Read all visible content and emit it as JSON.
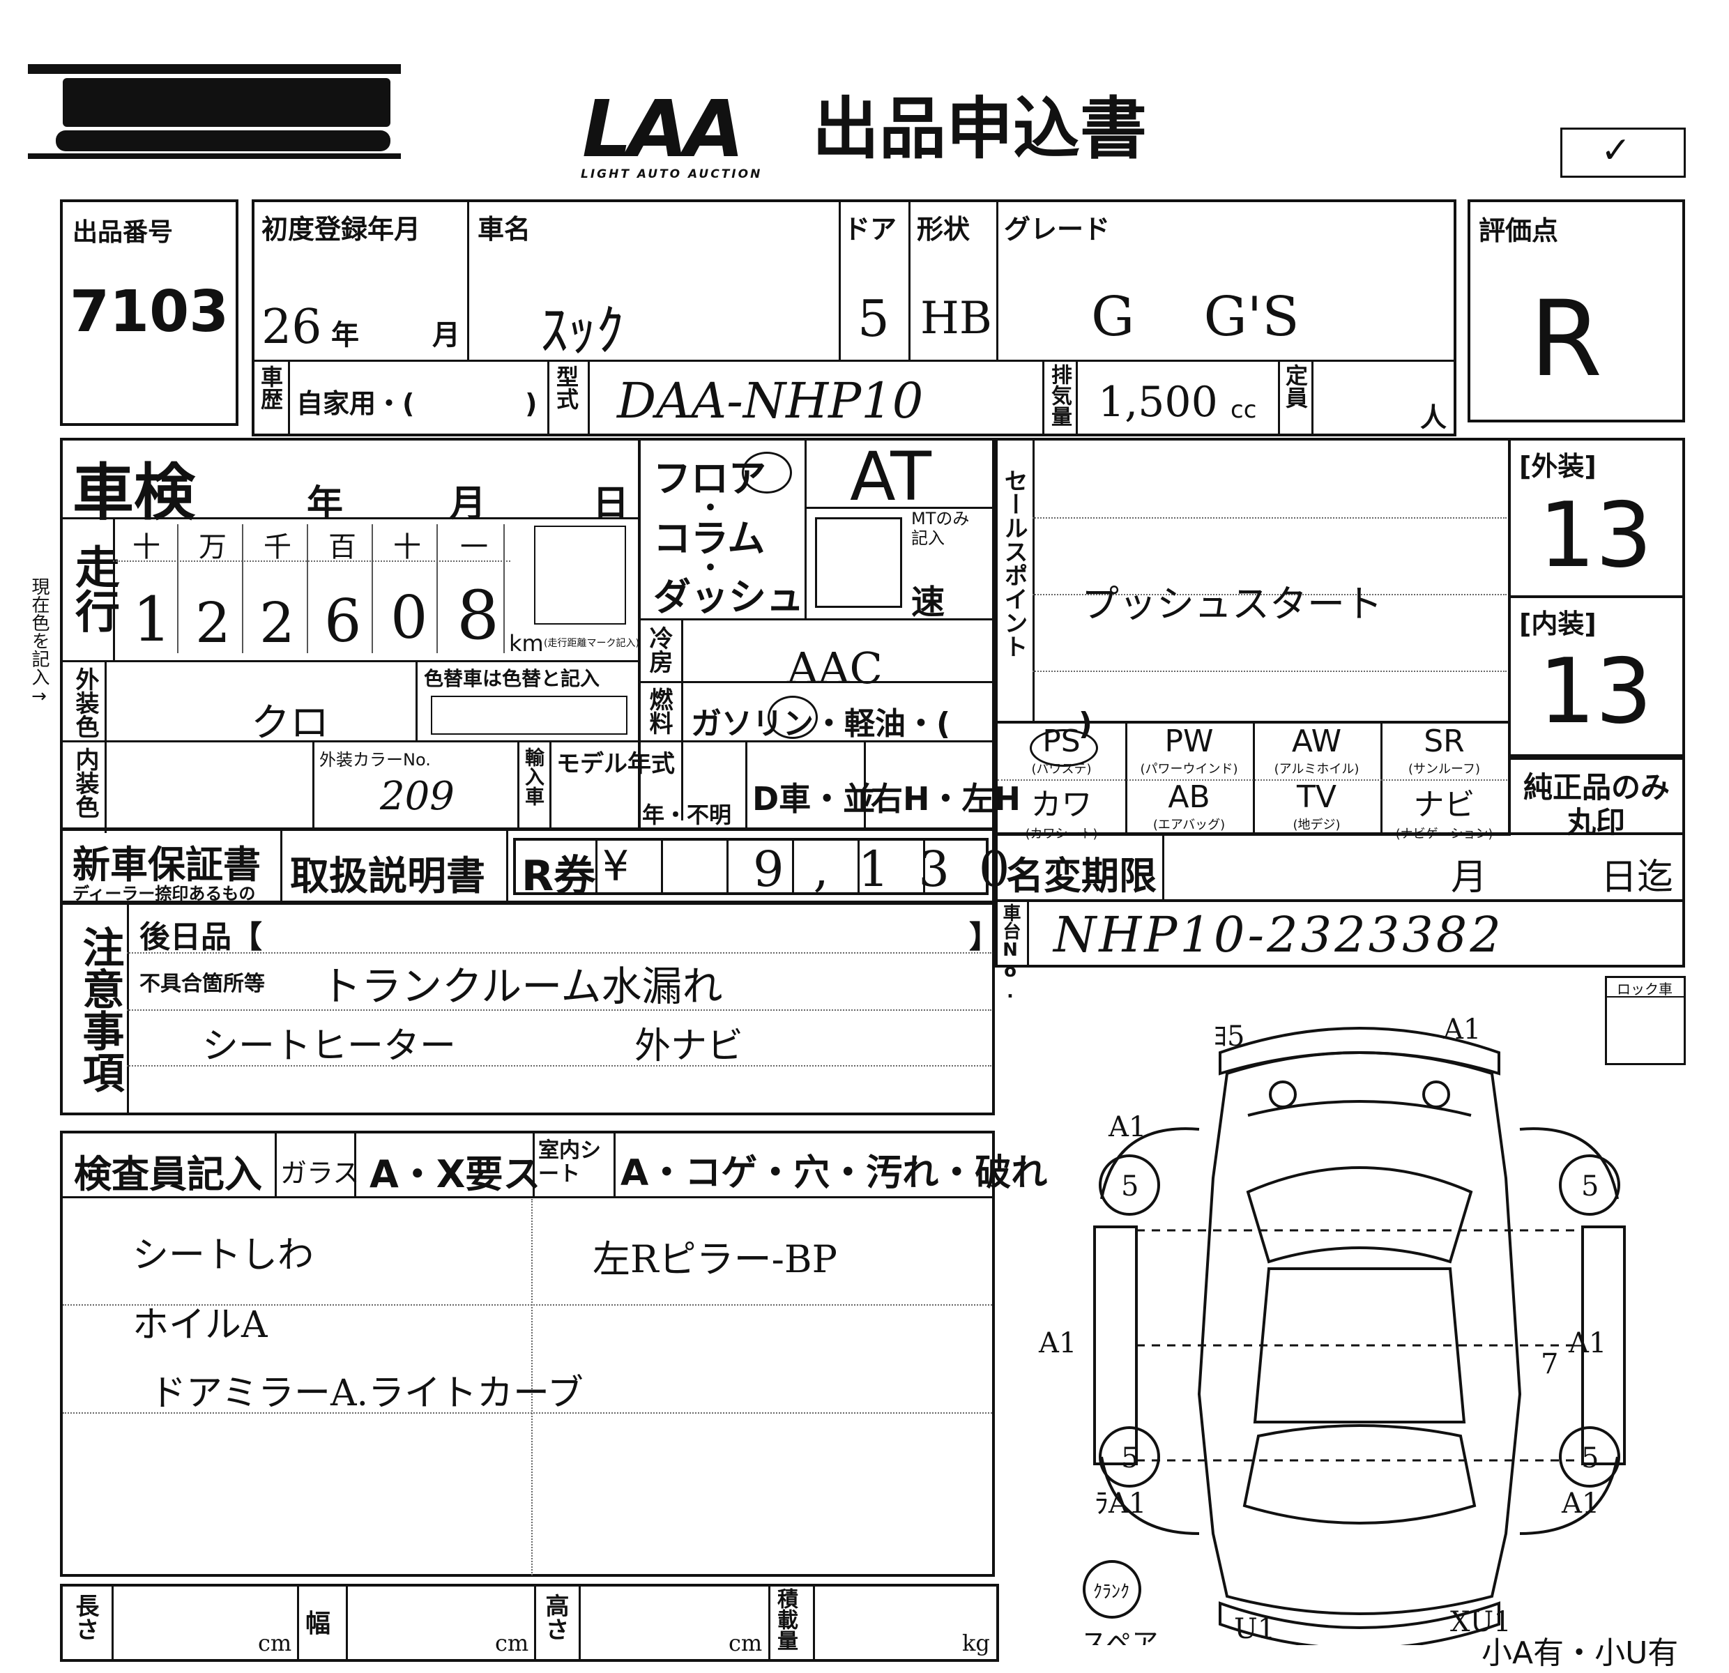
{
  "header": {
    "logo_text": "LAA",
    "logo_sub": "LIGHT AUTO AUCTION",
    "title": "出品申込書",
    "check_mark": "✓"
  },
  "lot": {
    "label": "出品番号",
    "value": "7103"
  },
  "reg": {
    "label": "初度登録年月",
    "year": "26",
    "year_unit": "年",
    "month_unit": "月"
  },
  "car": {
    "name_label": "車名",
    "name_value": "ｽｯｸ",
    "door_label": "ドア",
    "door_value": "5",
    "shape_label": "形状",
    "shape_value": "HB",
    "grade_label": "グレード",
    "grade_value": "G    G'S"
  },
  "score": {
    "label": "評価点",
    "value": "R"
  },
  "history": {
    "label": "車歴",
    "value": "自家用・(            )",
    "model_label": "型式",
    "model_value": "DAA-NHP10",
    "disp_label": "排気量",
    "disp_value": "1,500",
    "disp_unit": "cc",
    "cap_label": "定員",
    "cap_unit": "人"
  },
  "shaken": {
    "label": "車検",
    "y": "年",
    "m": "月",
    "d": "日"
  },
  "shift": {
    "floor": "フロア",
    "column": "コラム",
    "dash": "ダッシュ",
    "dot": "・",
    "trans": "AT",
    "mt_note": "MTのみ記入",
    "speed": "速"
  },
  "mileage": {
    "label": "走行",
    "digit_labels": [
      "十",
      "万",
      "千",
      "百",
      "十",
      "一"
    ],
    "digits": [
      "1",
      "2",
      "2",
      "6",
      "0",
      "8"
    ],
    "unit": "km",
    "unit_note": "(走行距離マーク記入)"
  },
  "side_note": "現在色を記入→",
  "aircon": {
    "label": "冷房",
    "value": "AAC"
  },
  "fuel": {
    "label": "燃料",
    "value": "ガソリン・軽油・(            )"
  },
  "ext_color": {
    "label": "外装色",
    "value": "クロ",
    "repaint_note": "色替車は色替と記入"
  },
  "int_color": {
    "label": "内装色",
    "color_no_label": "外装カラーNo.",
    "color_no": "209"
  },
  "import": {
    "label": "輸入車",
    "model_year_label": "モデル年式",
    "model_year_suffix": "年・不明",
    "dealer": "D車・並",
    "handle": "右H・左H"
  },
  "sales_point": {
    "label": "セールスポイント",
    "value": "プッシュスタート"
  },
  "ext_score": {
    "label": "[外装]",
    "value": "13"
  },
  "int_score": {
    "label": "[内装]",
    "value": "13"
  },
  "equipment": [
    {
      "code": "PS",
      "sub": "(パワステ)"
    },
    {
      "code": "PW",
      "sub": "(パワーウインド)"
    },
    {
      "code": "AW",
      "sub": "(アルミホイル)"
    },
    {
      "code": "SR",
      "sub": "(サンルーフ)"
    },
    {
      "code": "カワ",
      "sub": "(カワシート)"
    },
    {
      "code": "AB",
      "sub": "(エアバッグ)"
    },
    {
      "code": "TV",
      "sub": "(地デジ)"
    },
    {
      "code": "ナビ",
      "sub": "(ナビゲーション)"
    }
  ],
  "genuine": {
    "line1": "純正品のみ",
    "line2": "丸印"
  },
  "warranty": {
    "label": "新車保証書",
    "sub": "ディーラー捺印あるもの",
    "manual": "取扱説明書"
  },
  "recycle": {
    "label": "R券",
    "yen": "¥",
    "amount": "9,130"
  },
  "name_change": {
    "label": "名変期限",
    "m": "月",
    "d": "日迄"
  },
  "chassis": {
    "label": "車台No.",
    "value": "NHP10-2323382"
  },
  "notes": {
    "label": "注意事項",
    "later_label": "後日品【",
    "later_close": "】",
    "defect_label": "不具合箇所等",
    "line1": "トランクルーム水漏れ",
    "line2a": "シートヒーター",
    "line2b": "外ナビ"
  },
  "lock_label": "ロック車",
  "inspector": {
    "label": "検査員記入",
    "glass_label": "ガラス",
    "glass_value": "A・X要ス",
    "seat_label": "室内シート",
    "seat_value": "A・コゲ・穴・汚れ・破れ",
    "lines_left": [
      "シートしわ",
      "ホイルA",
      "ドアミラーA.ライトカーブ"
    ],
    "lines_right": [
      "左Rピラー-BP"
    ]
  },
  "dims": {
    "length_label": "長さ",
    "width_label": "幅",
    "height_label": "高さ",
    "load_label": "積載量",
    "cm": "cm",
    "kg": "kg"
  },
  "diagram": {
    "marks": [
      "ﾖ5",
      "A1",
      "5",
      "5",
      "5",
      "5",
      "A1",
      "7",
      "A1",
      "A1",
      "ﾗA1",
      "U1",
      "XU1",
      "A1"
    ],
    "spare_label": "スペア",
    "tool_label": "小A有・小U有",
    "circle_note": "ｸﾗﾝｸ"
  }
}
